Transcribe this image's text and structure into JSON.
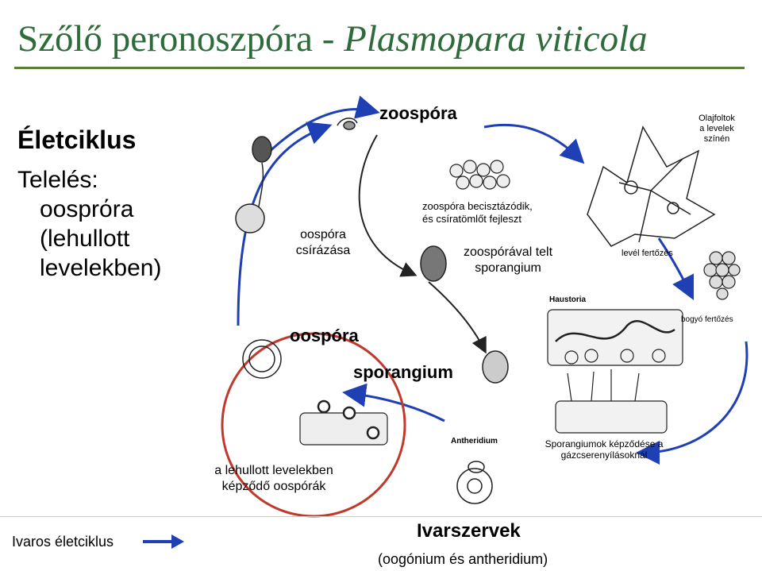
{
  "title": {
    "main": "Szőlő peronoszpóra - ",
    "latin": "Plasmopara viticola"
  },
  "left_panel": {
    "heading": "Életciklus",
    "line1": "Telelés:",
    "line2": "oosprόra",
    "line3": "(lehullott",
    "line4": "levelekben)"
  },
  "labels": {
    "zoospora": "zoospóra",
    "oospora_csirazasa_1": "oospóra",
    "oospora_csirazasa_2": "csírázása",
    "zoospora_becisz_1": "zoospóra becisztázódik,",
    "zoospora_becisz_2": "és csíratömlőt fejleszt",
    "zoosporaval_1": "zoospórával telt",
    "zoosporaval_2": "sporangium",
    "olajfoltok_1": "Olajfoltok",
    "olajfoltok_2": "a levelek",
    "olajfoltok_3": "színén",
    "level_fertozes": "levél fertőzés",
    "haustoria": "Haustoria",
    "bogyo_fertozes": "bogyó fertőzés",
    "oospora": "oospóra",
    "sporangium": "sporangium",
    "lehullott_1": "a lehullott levelekben",
    "lehullott_2": "képződő oospórák",
    "antheridium": "Antheridium",
    "sporangiumok_1": "Sporangiumok képződése a",
    "sporangiumok_2": "gázcserenyílásoknál",
    "ivarszervek": "Ivarszervek",
    "ivarszervek_sub": "(oogónium és antheridium)"
  },
  "legend": {
    "label": "Ivaros életciklus"
  },
  "colors": {
    "title": "#2e6b3a",
    "arrow": "#1f3fb4",
    "circle": "#c0392b"
  }
}
